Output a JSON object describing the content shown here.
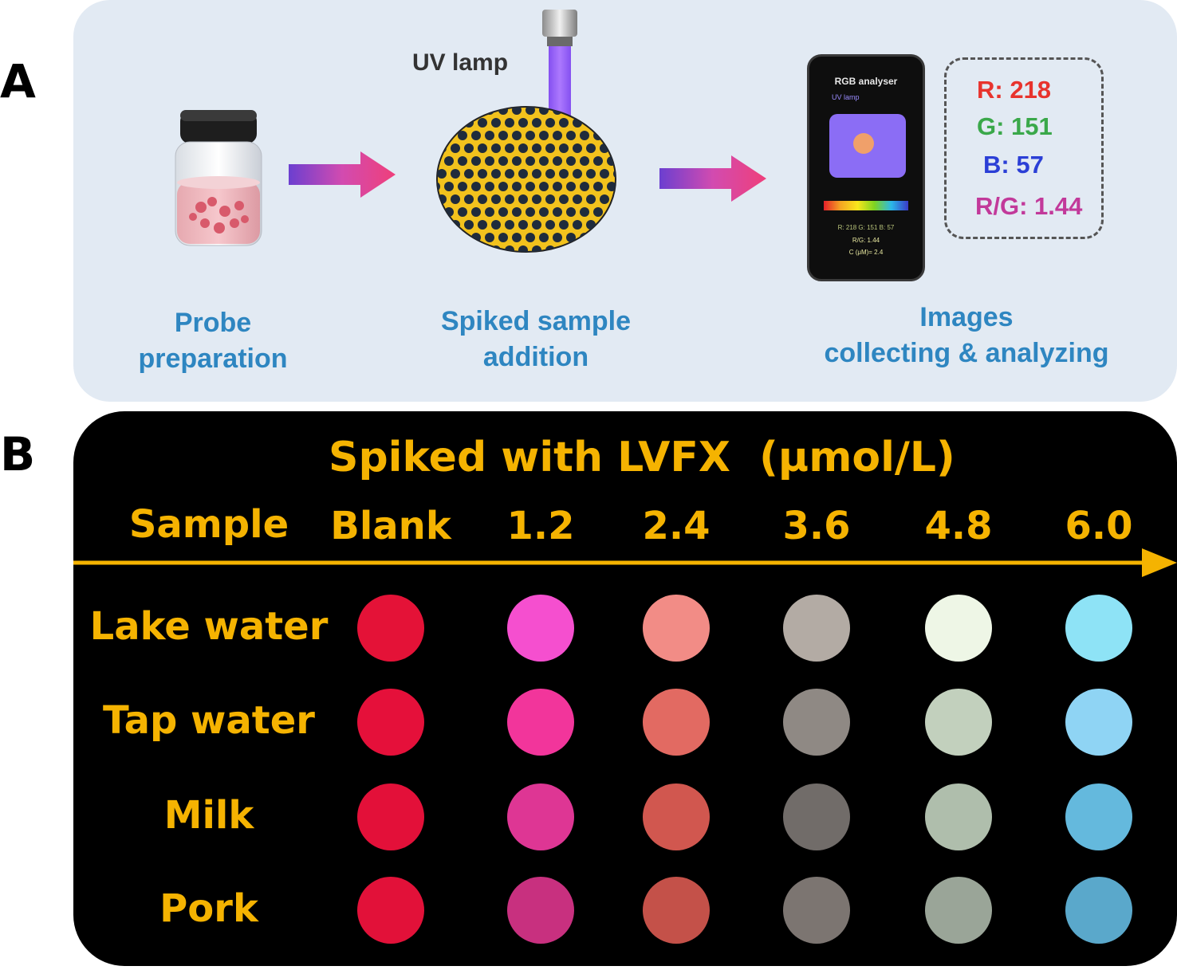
{
  "panel_a": {
    "letter": "A",
    "uv_lamp_label": "UV lamp",
    "steps": [
      {
        "label_line1": "Probe",
        "label_line2": "preparation"
      },
      {
        "label_line1": "Spiked sample",
        "label_line2": "addition"
      },
      {
        "label_line1": "Images",
        "label_line2": "collecting & analyzing"
      }
    ],
    "phone": {
      "app_title": "RGB analyser",
      "sub_label": "UV lamp",
      "readout_rgb": "R: 218  G: 151  B: 57",
      "readout_ratio": "R/G: 1.44",
      "readout_conc": "C (μM)= 2.4"
    },
    "rgb_readout": [
      {
        "text": "R: 218",
        "color": "#e8332d"
      },
      {
        "text": "G: 151",
        "color": "#3aa84a"
      },
      {
        "text": "B: 57",
        "color": "#2b3fd6"
      },
      {
        "text": "R/G: 1.44",
        "color": "#c2399a"
      }
    ]
  },
  "panel_b": {
    "letter": "B",
    "title": "Spiked with LVFX  (μmol/L)",
    "sample_header": "Sample",
    "columns": [
      "Blank",
      "1.2",
      "2.4",
      "3.6",
      "4.8",
      "6.0"
    ],
    "rows": [
      {
        "label": "Lake water",
        "colors": [
          "#e41237",
          "#f54fcf",
          "#f28c86",
          "#b3aba4",
          "#eef6e6",
          "#8ee3f6"
        ]
      },
      {
        "label": "Tap water",
        "colors": [
          "#e5103a",
          "#f2359b",
          "#e26a62",
          "#8f8984",
          "#c2d0bd",
          "#8fd4f4"
        ]
      },
      {
        "label": "Milk",
        "colors": [
          "#e31039",
          "#de3694",
          "#d1574f",
          "#716c69",
          "#afbeac",
          "#64b9dd"
        ]
      },
      {
        "label": "Pork",
        "colors": [
          "#e21139",
          "#c8307f",
          "#c45149",
          "#7c7571",
          "#9aa598",
          "#5aa8cb"
        ]
      }
    ],
    "accent_color": "#f5b301"
  }
}
